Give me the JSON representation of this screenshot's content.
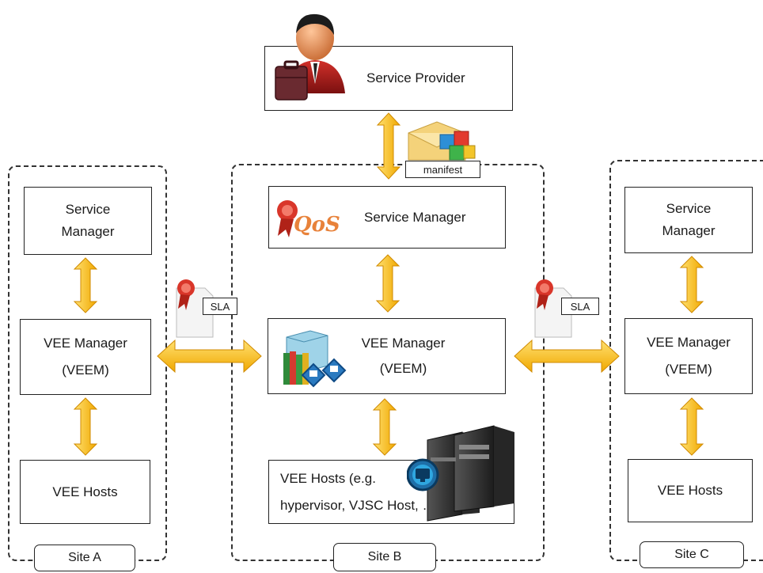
{
  "service_provider": {
    "label": "Service Provider"
  },
  "manifest_tag": "manifest",
  "sla_tag": "SLA",
  "site_a": {
    "label": "Site A",
    "service_manager": [
      "Service",
      "Manager"
    ],
    "vee_manager": [
      "VEE Manager",
      "(VEEM)"
    ],
    "vee_hosts": "VEE Hosts"
  },
  "site_b": {
    "label": "Site B",
    "service_manager": "Service Manager",
    "qos_text": "QoS",
    "vee_manager": [
      "VEE Manager",
      "(VEEM)"
    ],
    "vee_hosts": [
      "VEE Hosts (e.g.",
      "hypervisor, VJSC Host, …)"
    ]
  },
  "site_c": {
    "label": "Site C",
    "service_manager": [
      "Service",
      "Manager"
    ],
    "vee_manager": [
      "VEE Manager",
      "(VEEM)"
    ],
    "vee_hosts": "VEE Hosts"
  },
  "colors": {
    "arrow_fill": "#f5b800",
    "arrow_stroke": "#d08a00",
    "ribbon": "#d9362a"
  }
}
